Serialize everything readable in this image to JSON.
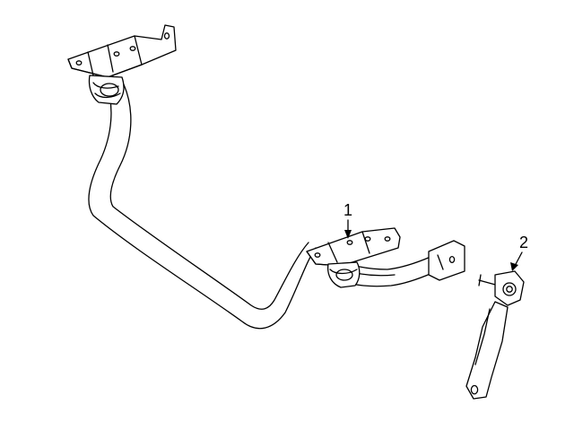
{
  "callouts": [
    {
      "number": "1",
      "part": "stabilizer-bar-with-bushings"
    },
    {
      "number": "2",
      "part": "stabilizer-link"
    }
  ],
  "colors": {
    "line": "#000000",
    "background": "#ffffff"
  }
}
